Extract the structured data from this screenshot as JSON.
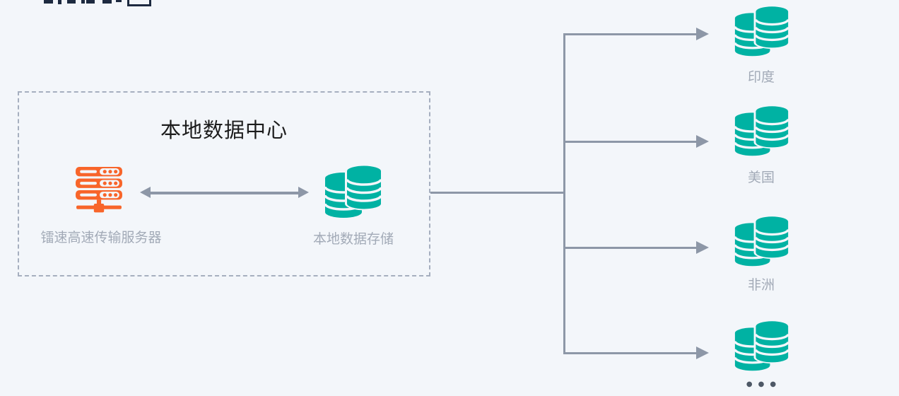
{
  "diagram": {
    "background_color": "#F3F6FA",
    "line_color": "#8D97A7",
    "local_datacenter": {
      "title": "本地数据中心",
      "server": {
        "label": "镭速高速传输服务器",
        "icon": "server-rack-icon",
        "color": "#F8652A"
      },
      "storage": {
        "label": "本地数据存储",
        "icon": "database-icon",
        "color": "#00B2A3"
      }
    },
    "regions": [
      {
        "label": "印度",
        "icon": "database-icon"
      },
      {
        "label": "美国",
        "icon": "database-icon"
      },
      {
        "label": "非洲",
        "icon": "database-icon"
      },
      {
        "label": "●●●",
        "icon": "database-icon",
        "note": "more-regions-ellipsis"
      }
    ]
  }
}
